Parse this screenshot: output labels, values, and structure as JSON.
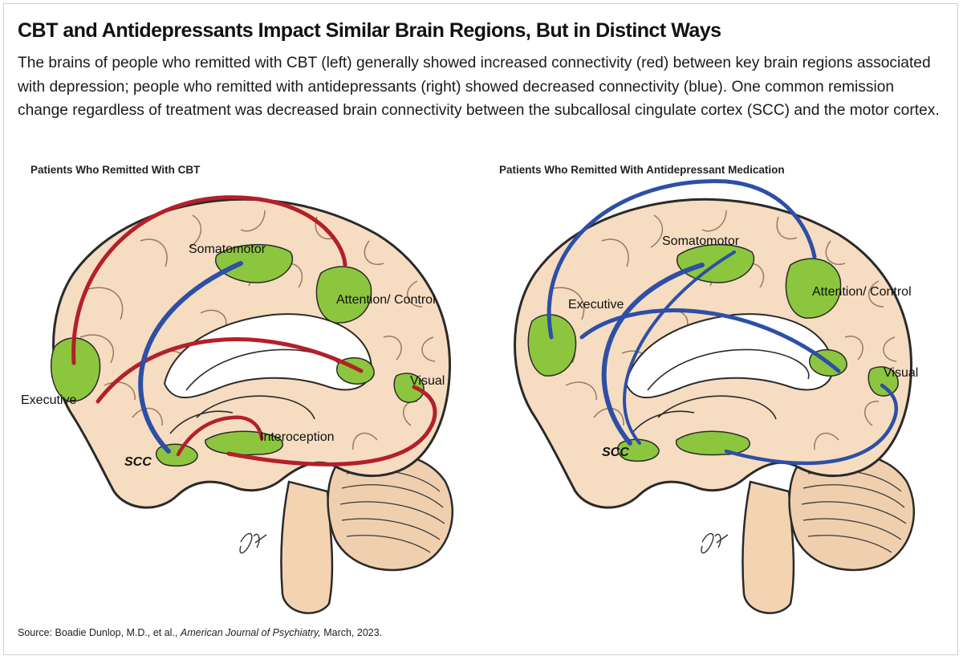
{
  "header": {
    "title": "CBT and Antidepressants Impact Similar Brain Regions, But in Distinct Ways",
    "caption": "The brains of people who remitted with CBT (left) generally showed increased connectivity (red) between key brain regions associated with depression; people who remitted with antidepressants (right) showed decreased connectivity (blue). One common remission change regardless of treatment was decreased brain connectivity between the subcallosal cingulate cortex (SCC) and the motor cortex."
  },
  "panels": {
    "left": {
      "title": "Patients Who Remitted With CBT",
      "labels": {
        "somatomotor": "Somatomotor",
        "attention": "Attention/ Control",
        "executive": "Executive",
        "visual": "Visual",
        "interoception": "Interoception",
        "scc": "SCC"
      }
    },
    "right": {
      "title": "Patients Who Remitted With Antidepressant Medication",
      "labels": {
        "somatomotor": "Somatomotor",
        "attention": "Attention/ Control",
        "executive": "Executive",
        "visual": "Visual",
        "scc": "SCC"
      }
    }
  },
  "colors": {
    "increased": "#b3202a",
    "decreased": "#2d4fa6",
    "region": "#8cc63f",
    "brain": "#f6dcc0",
    "outline": "#2a2a2a"
  },
  "source": {
    "prefix": "Source: Boadie Dunlop, M.D., et al., ",
    "journal": "American Journal of Psychiatry,",
    "suffix": " March, 2023."
  }
}
